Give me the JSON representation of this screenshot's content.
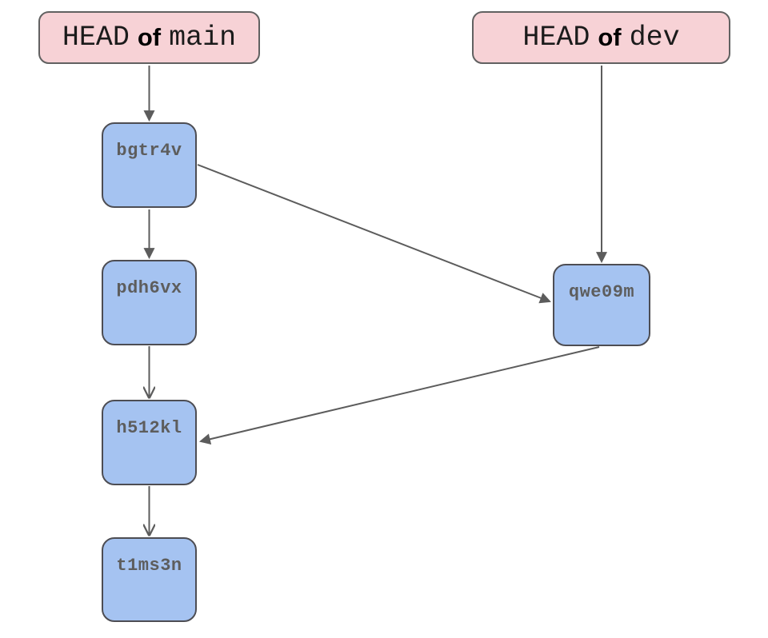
{
  "diagram": {
    "type": "git-commit-graph",
    "background": "#ffffff",
    "colors": {
      "head_fill": "#f7d2d6",
      "head_border": "#616161",
      "commit_fill": "#a5c3f1",
      "commit_border": "#4d4d53",
      "edge": "#5c5c5c",
      "commit_text": "#5d5d5d",
      "head_text": "#1b1b1b"
    },
    "heads": {
      "main": {
        "word_head": "HEAD",
        "word_of": "of",
        "branch": "main"
      },
      "dev": {
        "word_head": "HEAD",
        "word_of": "of",
        "branch": "dev"
      }
    },
    "commits": {
      "bgtr4v": {
        "label": "bgtr4v"
      },
      "pdh6vx": {
        "label": "pdh6vx"
      },
      "h512kl": {
        "label": "h512kl"
      },
      "t1ms3n": {
        "label": "t1ms3n"
      },
      "qwe09m": {
        "label": "qwe09m"
      }
    },
    "edges": [
      {
        "from": "HEAD of main",
        "to": "bgtr4v",
        "arrowhead": "filled"
      },
      {
        "from": "bgtr4v",
        "to": "pdh6vx",
        "arrowhead": "filled"
      },
      {
        "from": "pdh6vx",
        "to": "h512kl",
        "arrowhead": "vee"
      },
      {
        "from": "h512kl",
        "to": "t1ms3n",
        "arrowhead": "vee"
      },
      {
        "from": "HEAD of dev",
        "to": "qwe09m",
        "arrowhead": "filled"
      },
      {
        "from": "bgtr4v",
        "to": "qwe09m",
        "arrowhead": "filled"
      },
      {
        "from": "qwe09m",
        "to": "h512kl",
        "arrowhead": "filled"
      }
    ]
  }
}
